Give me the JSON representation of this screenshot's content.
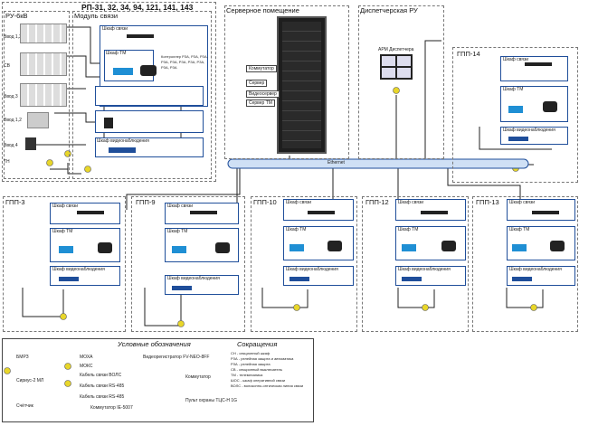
{
  "rp_header": "РП-31, 32, 34, 94, 121, 141, 143",
  "ru6kv_title": "РУ-6кВ",
  "comm_module_title": "Модуль связи",
  "server_room_title": "Серверное помещение",
  "dispatcher_title": "Диспетчерская РУ",
  "arm_label": "АРМ Диспетчера",
  "ethernet_label": "Ethernet",
  "comm_cabinet_label": "Шкаф связи",
  "tm_cabinet_label": "Шкаф ТМ",
  "video_cabinet_label": "Шкаф видеонаблюдения",
  "kontroller_note": "Контроллер РЗА, РЗА, РЗА, РЗА, РЗА, РЗА, РЗА, РЗА, РЗА, РЗА",
  "gpp": [
    "ГПП-3",
    "ГПП-9",
    "ГПП-10",
    "ГПП-12",
    "ГПП-13",
    "ГПП-14"
  ],
  "server_labels": [
    "Коммутатор",
    "Сервер",
    "Видеосервер",
    "Сервер ТМ"
  ],
  "ru_rows": [
    "Ввод 1,2",
    "СВ",
    "Ввод 3",
    "Ввод 1,2",
    "Ввод 4",
    "ТН"
  ],
  "legend_title": "Условные обозначения",
  "abbr_title": "Сокращения",
  "legend_left": [
    "БМРЗ",
    "Сириус-2 МЛ",
    "Счётчик"
  ],
  "legend_mid": [
    "МОХА",
    "МОКС",
    "Кабель связи ВОЛС",
    "Кабель связи RS-485",
    "Кабель связи RS-485"
  ],
  "legend_right": [
    "Видеорегистратор FV-NEO-8FF",
    "Коммутатор",
    "Коммутатор IE-5007",
    "Пульт охраны ТЦС-Н 1G"
  ],
  "abbr_items": [
    "СН - секционный шкаф",
    "РЗА - релейная защита и автоматика",
    "РЗА - релейная защита",
    "СВ - секционный выключатель",
    "ТМ - телемеханика",
    "ШОС - шкаф оперативной связи",
    "ВОЛС - волоконно-оптическая линия связи"
  ],
  "colors": {
    "frame": "#1f4e9a",
    "yellow": "#e8d62a",
    "cable": "#222222",
    "dashed": "#777777"
  }
}
